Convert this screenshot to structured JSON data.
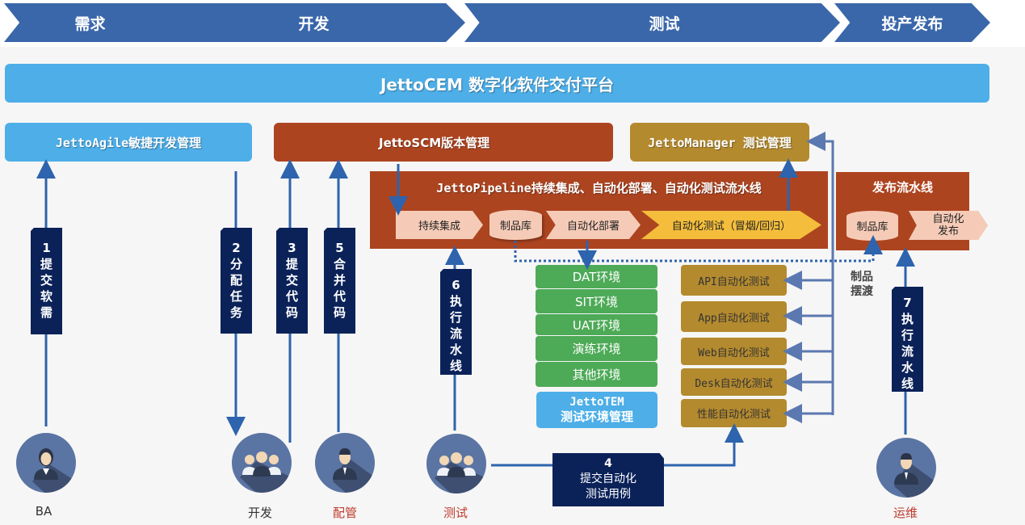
{
  "phases": [
    {
      "label": "需求"
    },
    {
      "label": "开发"
    },
    {
      "label": "测试"
    },
    {
      "label": "投产发布"
    }
  ],
  "platform_title": "JettoCEM 数字化软件交付平台",
  "modules": {
    "agile": "JettoAgile敏捷开发管理",
    "scm": "JettoSCM版本管理",
    "manager": "JettoManager 测试管理",
    "pipeline_title": "JettoPipeline持续集成、自动化部署、自动化测试流水线",
    "release_title": "发布流水线",
    "tem_line1": "JettoTEM",
    "tem_line2": "测试环境管理"
  },
  "pipeline_stages": [
    "持续集成",
    "制品库",
    "自动化部署",
    "自动化测试（冒烟/回归）"
  ],
  "release_stages": [
    "制品库",
    "自动化\n发布"
  ],
  "release_stage_line1": "自动化",
  "release_stage_line2": "发布",
  "environments": [
    "DAT环境",
    "SIT环境",
    "UAT环境",
    "演练环境",
    "其他环境"
  ],
  "auto_tests": [
    "API自动化测试",
    "App自动化测试",
    "Web自动化测试",
    "Desk自动化测试",
    "性能自动化测试"
  ],
  "ferry_label_line1": "制品",
  "ferry_label_line2": "摆渡",
  "steps": [
    {
      "num": "1",
      "chars": [
        "提",
        "交",
        "软",
        "需"
      ]
    },
    {
      "num": "2",
      "chars": [
        "分",
        "配",
        "任",
        "务"
      ]
    },
    {
      "num": "3",
      "chars": [
        "提",
        "交",
        "代",
        "码"
      ]
    },
    {
      "num": "5",
      "chars": [
        "合",
        "并",
        "代",
        "码"
      ]
    },
    {
      "num": "6",
      "chars": [
        "执",
        "行",
        "流",
        "水",
        "线"
      ]
    },
    {
      "num": "7",
      "chars": [
        "执",
        "行",
        "流",
        "水",
        "线"
      ]
    }
  ],
  "step4": {
    "num": "4",
    "line1": "提交自动化",
    "line2": "测试用例"
  },
  "roles": [
    {
      "label": "BA",
      "icon": "single-female-user-icon"
    },
    {
      "label": "开发",
      "icon": "user-group-icon"
    },
    {
      "label": "配管",
      "icon": "single-male-user-icon"
    },
    {
      "label": "测试",
      "icon": "user-group-icon"
    },
    {
      "label": "运维",
      "icon": "single-male-user-icon"
    }
  ],
  "colors": {
    "phase": "#3a67aa",
    "platform": "#4daee8",
    "scm": "#ad4420",
    "manager": "#b48a2e",
    "env": "#4daa57",
    "step_tag": "#0b2259",
    "arrow": "#2e63ad",
    "role_highlight": "#c0392b"
  }
}
